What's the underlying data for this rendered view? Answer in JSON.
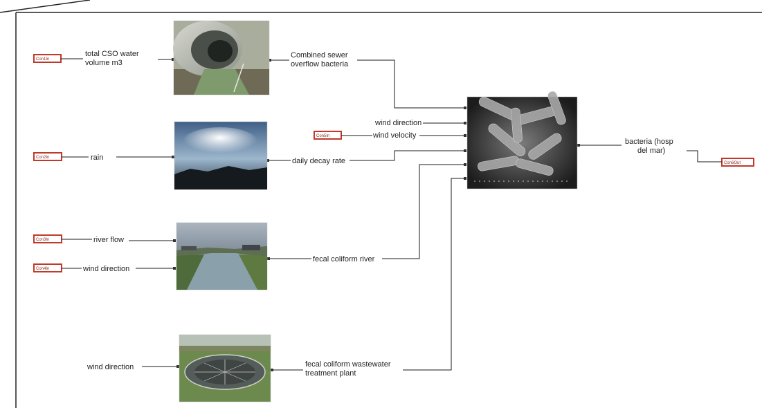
{
  "connectors": {
    "con1_in": "Con1In",
    "con2_in": "Con2In",
    "con3_in": "Con3In",
    "con4_in": "Con4In",
    "con5_in": "Con5In",
    "con6_out": "Con6Out"
  },
  "labels": {
    "total_cso_line1": "total CSO water",
    "total_cso_line2": "volume m3",
    "cso_bacteria_line1": "Combined sewer",
    "cso_bacteria_line2": "overflow bacteria",
    "rain": "rain",
    "daily_decay_rate": "daily decay rate",
    "wind_direction_center": "wind direction",
    "wind_velocity": "wind velocity",
    "river_flow": "river flow",
    "wind_direction_river": "wind direction",
    "fecal_coliform_river": "fecal coliform river",
    "wind_direction_plant": "wind direction",
    "fecal_wwtp_line1": "fecal coliform wastewater",
    "fecal_wwtp_line2": "treatment plant",
    "bacteria_out_line1": "bacteria (hosp",
    "bacteria_out_line2": "del mar)"
  },
  "images": {
    "cso_pipe": "sewer-pipe-photo",
    "sky": "cloudy-sky-photo",
    "river": "river-photo",
    "plant": "treatment-plant-photo",
    "bacteria": "bacteria-micrograph"
  },
  "colors": {
    "connector_border": "#c0392b",
    "wire": "#1a1a1a"
  }
}
